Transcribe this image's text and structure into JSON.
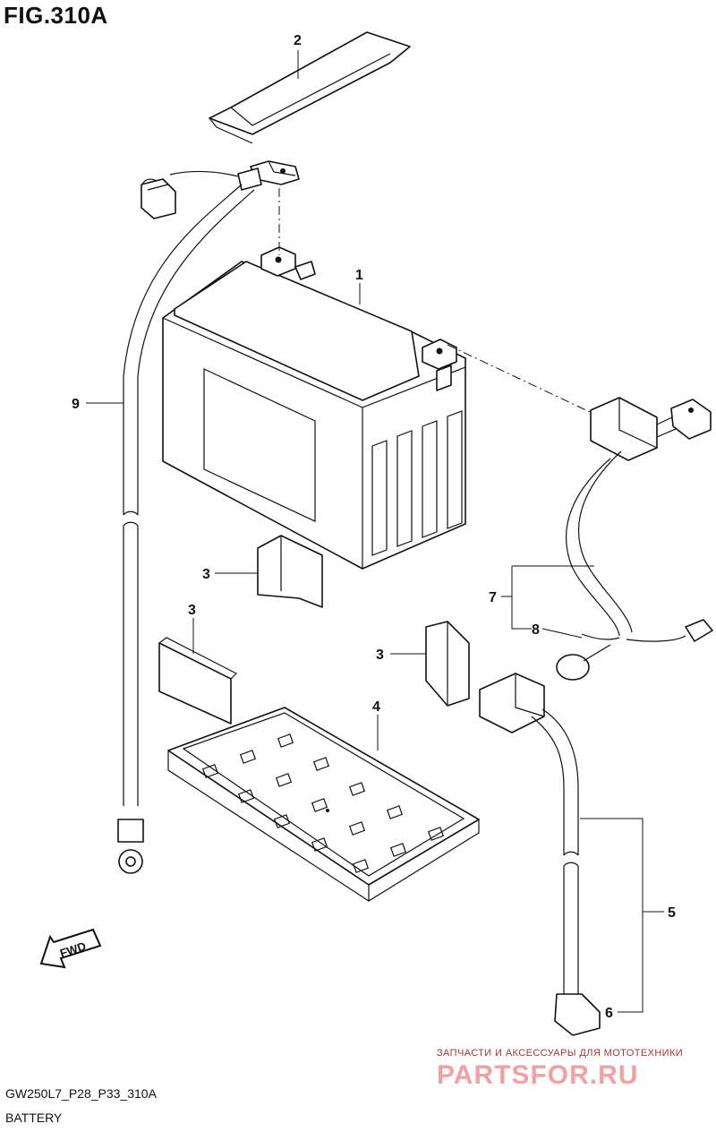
{
  "figure": {
    "title": "FIG.310A",
    "code": "GW250L7_P28_P33_310A",
    "caption": "BATTERY"
  },
  "callouts": [
    "1",
    "2",
    "3",
    "3",
    "3",
    "4",
    "5",
    "6",
    "7",
    "8",
    "9"
  ],
  "fwd_label": "FWD",
  "watermark": {
    "line1": "ЗАПЧАСТИ И АКСЕССУАРЫ ДЛЯ МОТОТЕХНИКИ",
    "line2": "PARTSFOR.RU"
  }
}
